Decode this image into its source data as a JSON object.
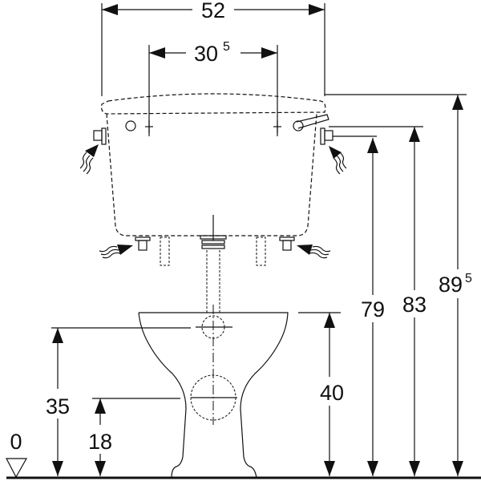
{
  "dimensions": {
    "width_total": "52",
    "bracket_spacing": {
      "main": "30",
      "sup": "5"
    },
    "height_total": {
      "main": "89",
      "sup": "5"
    },
    "height_inlet_upper": "83",
    "height_inlet_lower": "79",
    "height_bowl_rim": "40",
    "height_seat_connection": "35",
    "height_outlet": "18",
    "floor_level": "0"
  }
}
